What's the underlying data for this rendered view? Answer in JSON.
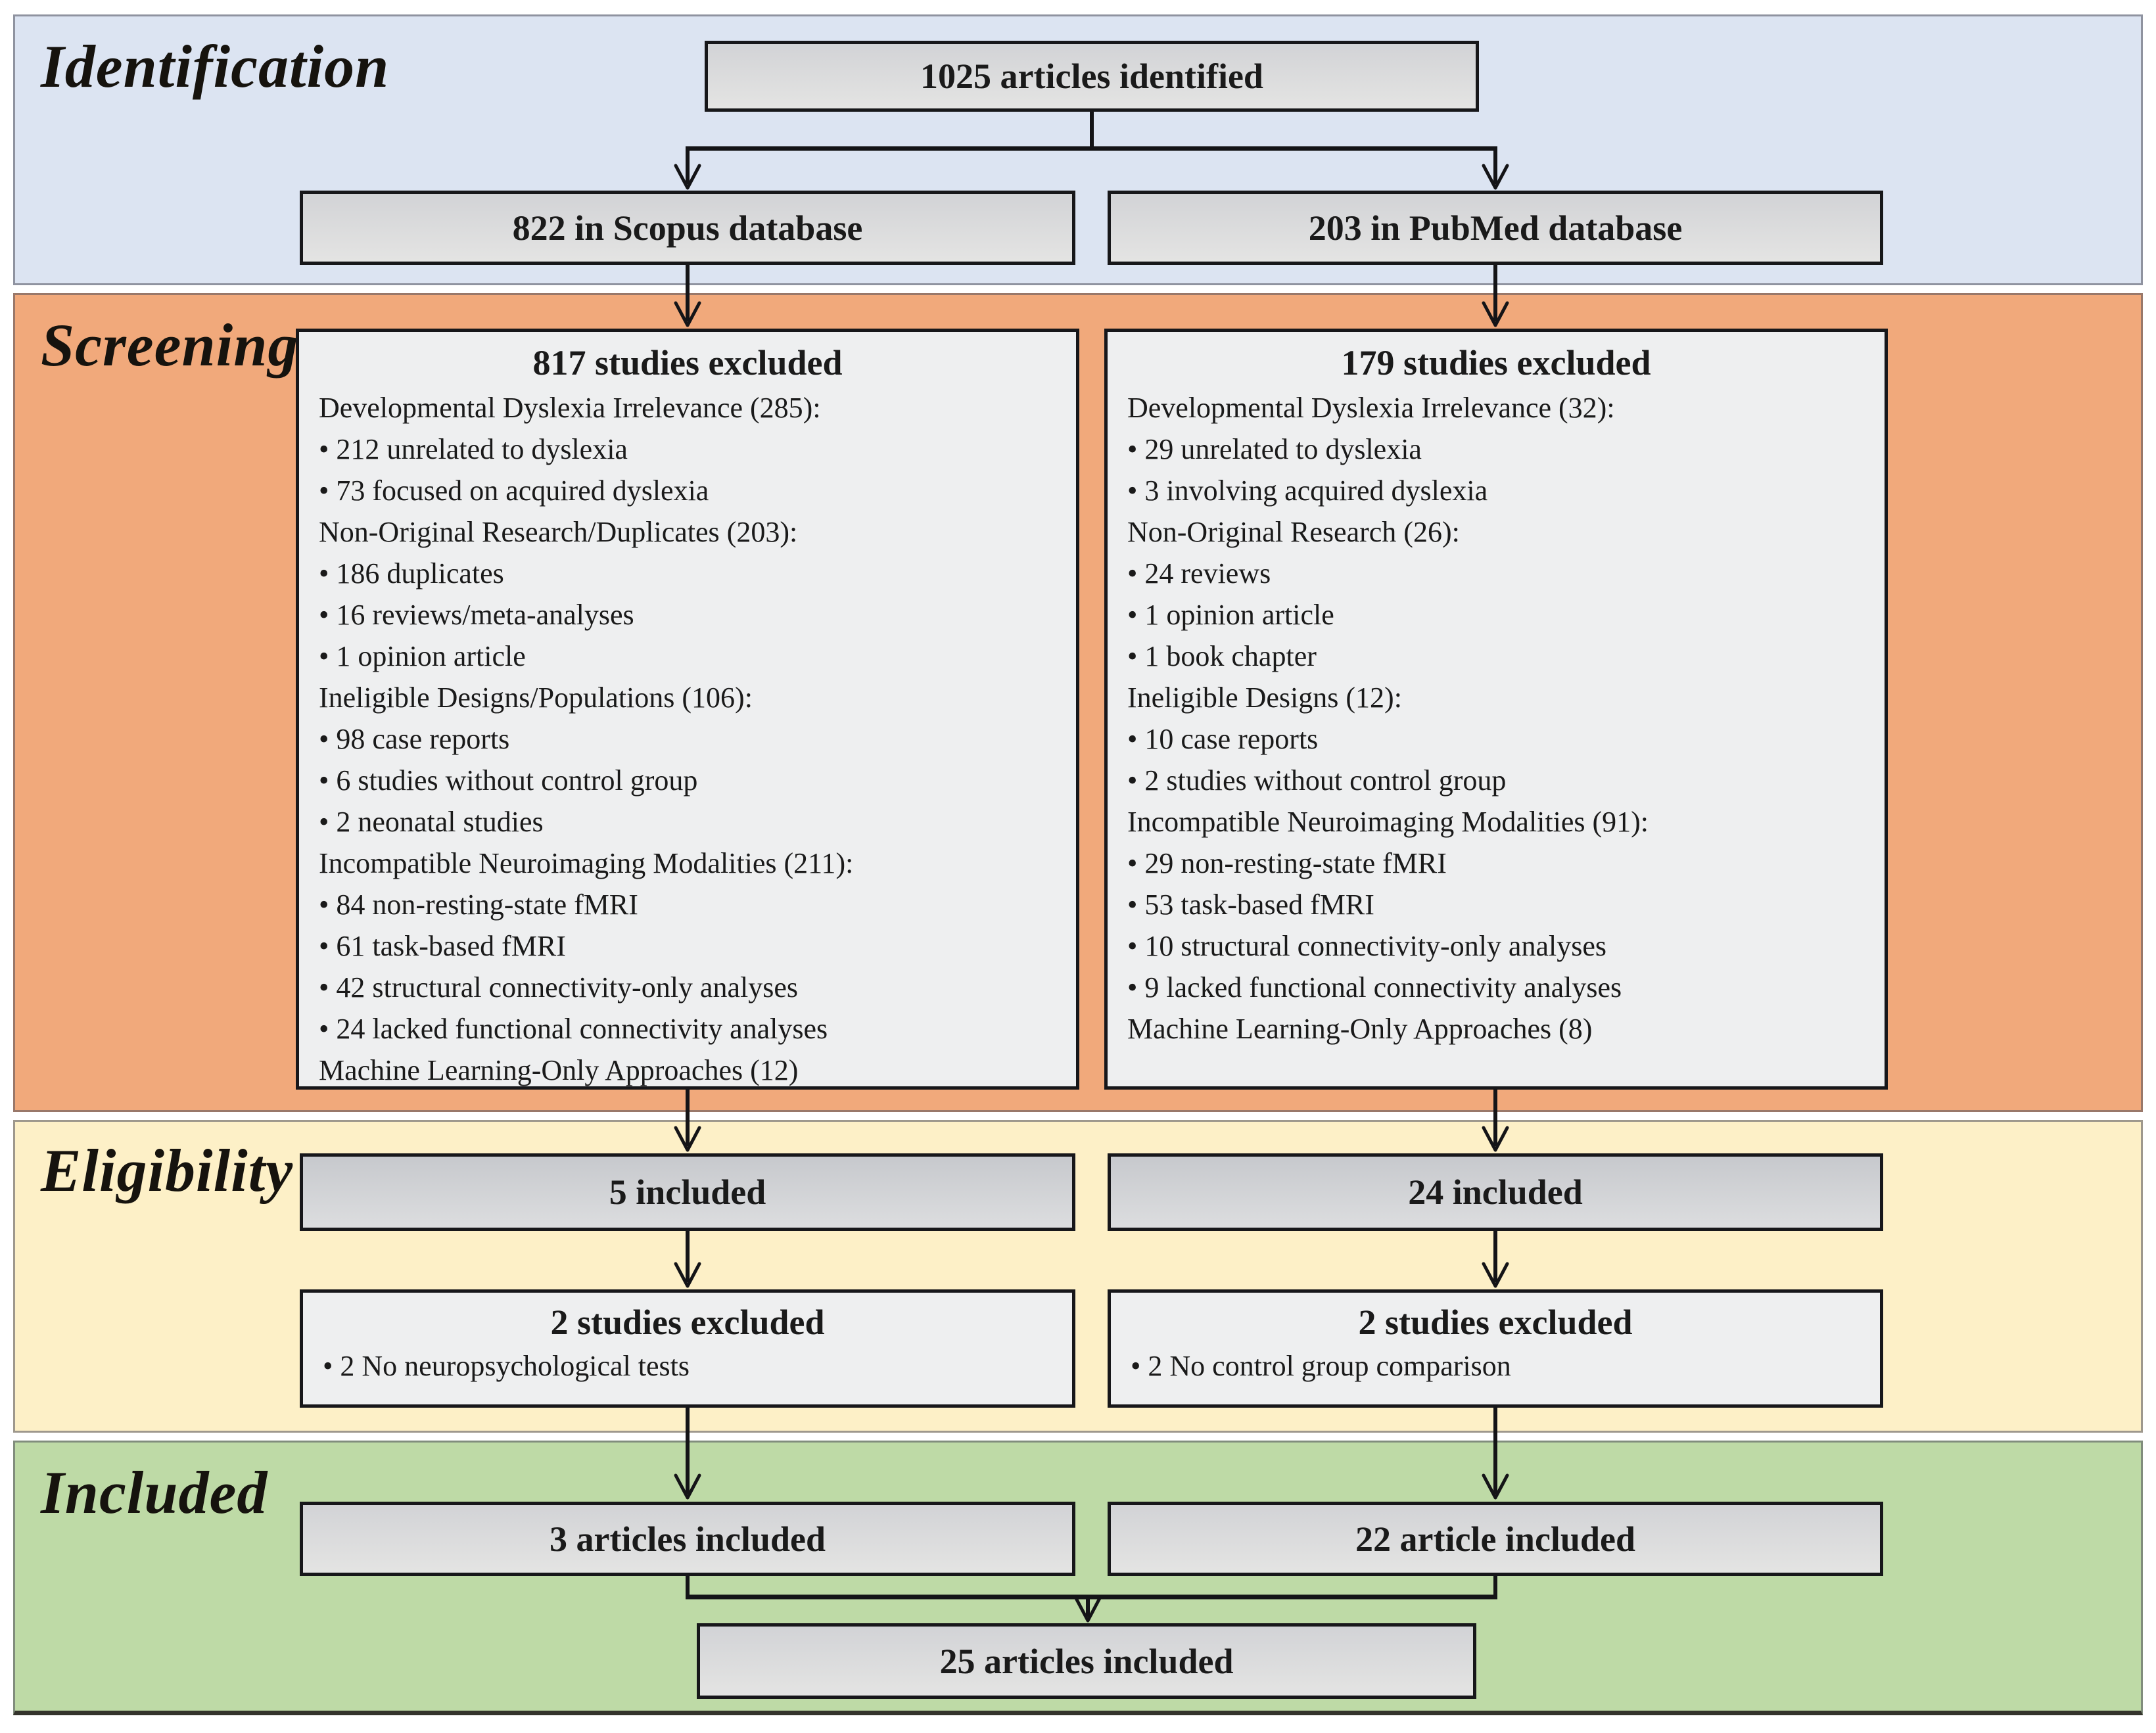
{
  "diagram": {
    "stages": {
      "identification": {
        "label": "Identification"
      },
      "screening": {
        "label": "Screening"
      },
      "eligibility": {
        "label": "Eligibility"
      },
      "included": {
        "label": "Included"
      }
    },
    "colors": {
      "identification_band": "#dce4f2",
      "screening_band": "#f1a97b",
      "eligibility_band": "#fdf0c7",
      "included_band": "#bedaa6",
      "box_fill_light": "#eeeff0",
      "box_fill_dark": "#c7c9cd",
      "box_fill_gradient_top": "#d2d3d6",
      "box_fill_gradient_bottom": "#e4e4e3",
      "box_border": "#17171a",
      "arrow": "#141417"
    },
    "boxes": {
      "identified": {
        "label": "1025 articles identified"
      },
      "scopus": {
        "label": "822 in Scopus database"
      },
      "pubmed": {
        "label": "203 in PubMed database"
      },
      "scopus_screening": {
        "title": "817 studies excluded",
        "lines": [
          "Developmental Dyslexia Irrelevance (285):",
          "• 212 unrelated to dyslexia",
          "• 73 focused on acquired dyslexia",
          "Non-Original Research/Duplicates (203):",
          "• 186 duplicates",
          "• 16 reviews/meta-analyses",
          "• 1 opinion article",
          "Ineligible Designs/Populations (106):",
          "• 98 case reports",
          "• 6 studies without control group",
          "• 2 neonatal studies",
          "Incompatible Neuroimaging Modalities (211):",
          "• 84 non-resting-state fMRI",
          "• 61 task-based fMRI",
          "• 42 structural connectivity-only analyses",
          "• 24 lacked functional connectivity analyses",
          "Machine Learning-Only Approaches (12)"
        ]
      },
      "pubmed_screening": {
        "title": "179 studies excluded",
        "lines": [
          "Developmental Dyslexia Irrelevance (32):",
          "• 29 unrelated to dyslexia",
          "• 3 involving acquired dyslexia",
          "Non-Original Research (26):",
          "• 24 reviews",
          "• 1 opinion article",
          "• 1 book chapter",
          "Ineligible Designs (12):",
          "• 10 case reports",
          "• 2 studies without control group",
          "Incompatible Neuroimaging Modalities (91):",
          "• 29 non-resting-state fMRI",
          "• 53 task-based fMRI",
          "• 10 structural connectivity-only analyses",
          "• 9 lacked functional connectivity analyses",
          "Machine Learning-Only Approaches (8)"
        ]
      },
      "scopus_eligible": {
        "label": "5 included"
      },
      "pubmed_eligible": {
        "label": "24 included"
      },
      "scopus_eligibility_excluded": {
        "title": "2 studies excluded",
        "lines": [
          "• 2 No neuropsychological tests"
        ]
      },
      "pubmed_eligibility_excluded": {
        "title": "2 studies excluded",
        "lines": [
          "• 2 No control group comparison"
        ]
      },
      "scopus_included": {
        "label": "3 articles included"
      },
      "pubmed_included": {
        "label": "22 article included"
      },
      "total_included": {
        "label": "25 articles included"
      }
    }
  }
}
